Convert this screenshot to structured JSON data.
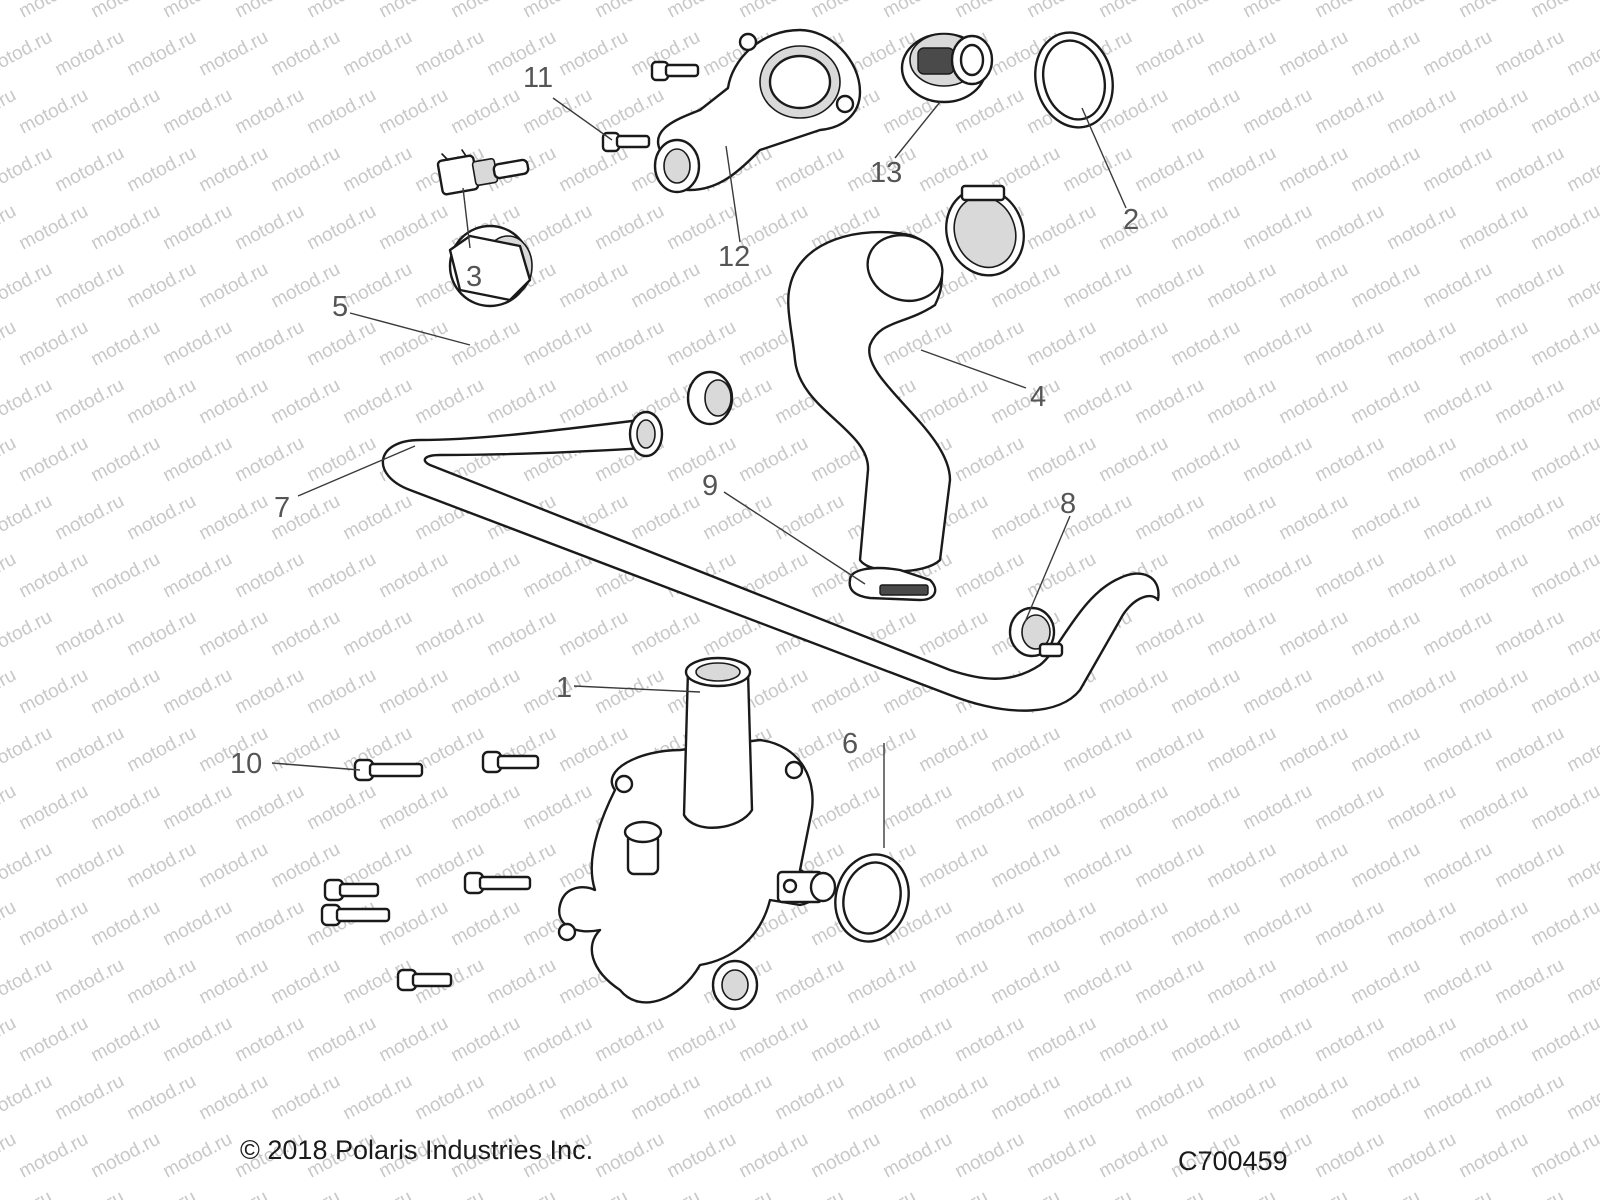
{
  "watermark": "motod.ru",
  "callouts": {
    "c1": "1",
    "c2": "2",
    "c3": "3",
    "c4": "4",
    "c5": "5",
    "c6": "6",
    "c7": "7",
    "c8": "8",
    "c9": "9",
    "c10": "10",
    "c11": "11",
    "c12": "12",
    "c13": "13"
  },
  "footer": {
    "copyright": "© 2018 Polaris Industries Inc.",
    "diagram_code": "C700459"
  }
}
